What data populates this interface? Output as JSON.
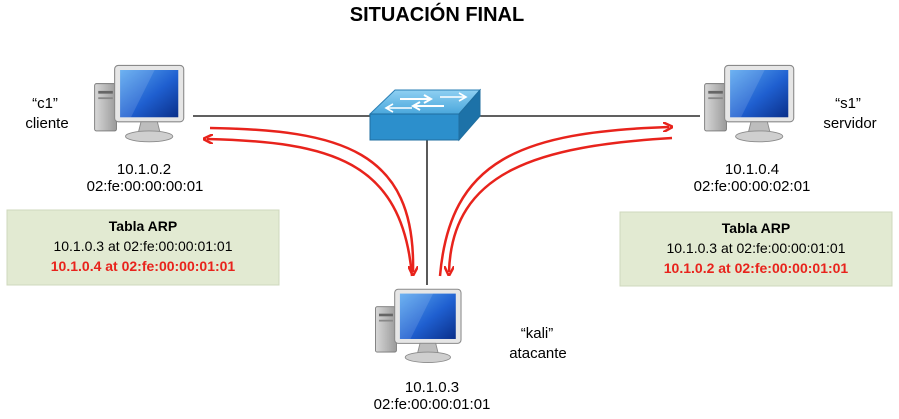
{
  "title": "SITUACIÓN FINAL",
  "nodes": {
    "c1": {
      "name": "“c1”",
      "role": "cliente",
      "ip": "10.1.0.2",
      "mac": "02:fe:00:00:00:01"
    },
    "s1": {
      "name": "“s1”",
      "role": "servidor",
      "ip": "10.1.0.4",
      "mac": "02:fe:00:00:02:01"
    },
    "kali": {
      "name": "“kali”",
      "role": "atacante",
      "ip": "10.1.0.3",
      "mac": "02:fe:00:00:01:01"
    }
  },
  "arp_tables": {
    "c1": {
      "header": "Tabla ARP",
      "normal_entry": "10.1.0.3 at 02:fe:00:00:01:01",
      "poisoned_entry": "10.1.0.4 at 02:fe:00:00:01:01"
    },
    "s1": {
      "header": "Tabla ARP",
      "normal_entry": "10.1.0.3 at 02:fe:00:00:01:01",
      "poisoned_entry": "10.1.0.2 at 02:fe:00:00:01:01"
    }
  },
  "colors": {
    "arrow": "#e8231c",
    "poisoned_text": "#e8231c",
    "arp_box_fill": "#e2ead2",
    "switch": "#3a9bd0",
    "link": "#000000"
  }
}
